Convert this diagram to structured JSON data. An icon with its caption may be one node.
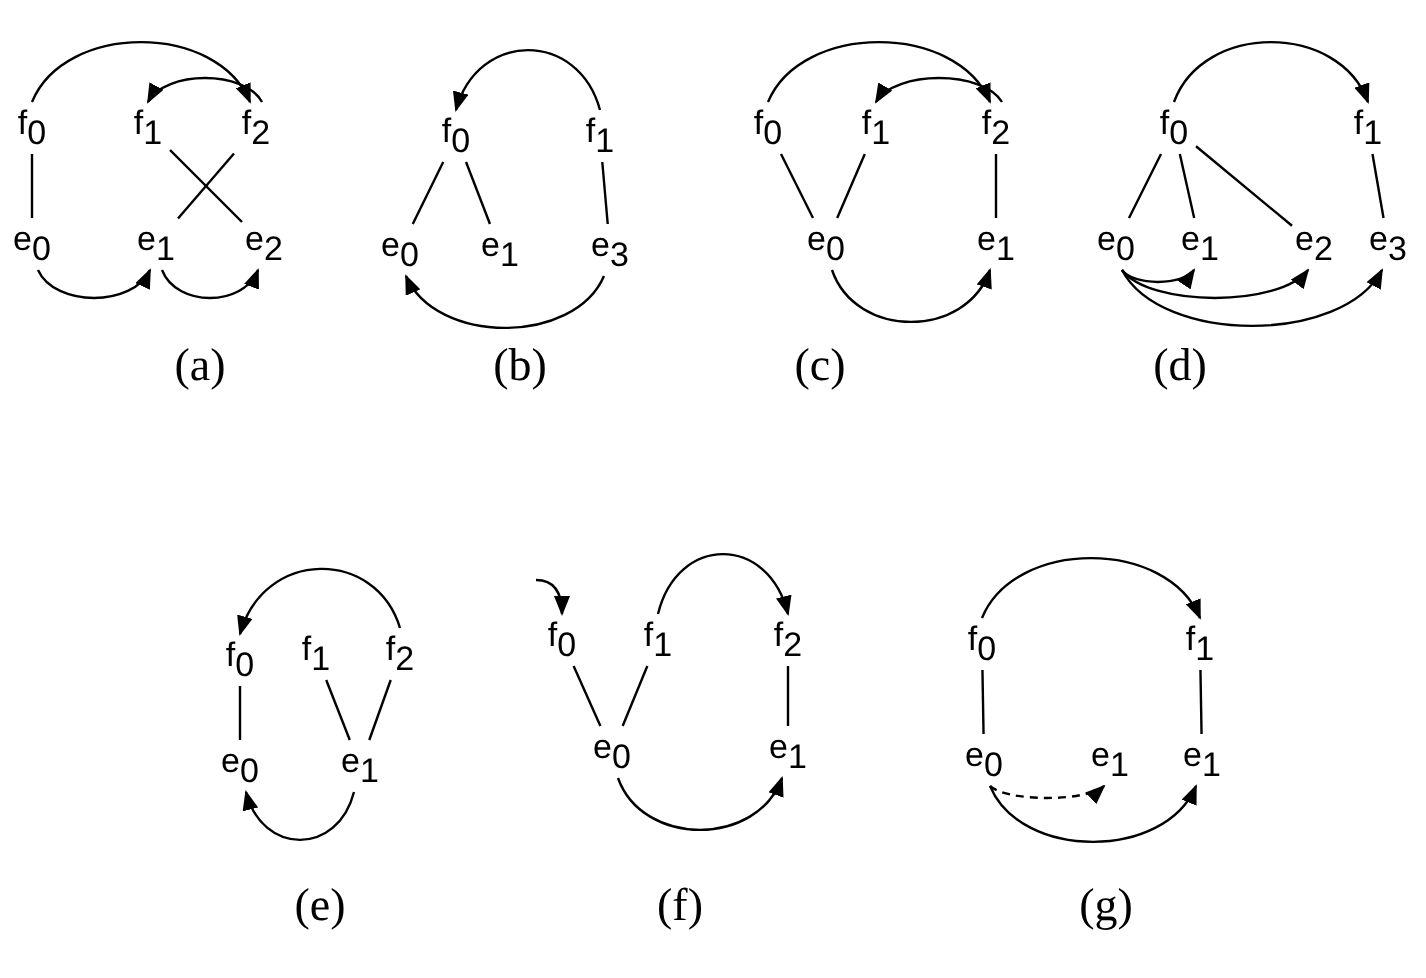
{
  "diagram": {
    "nodes": [
      {
        "text": [
          "f$_{0}$"
        ]
      },
      {
        "text": [
          "f$_{1}$"
        ]
      },
      {
        "text": [
          "f$_{2}$"
        ]
      },
      {
        "text": [
          "e$_{0}$"
        ]
      },
      {
        "text": [
          "e$_{1}$"
        ]
      },
      {
        "text": [
          "e$_{2}$"
        ]
      },
      {
        "text": [
          "f$_{0}$"
        ]
      },
      {
        "text": [
          "f$_{1}$"
        ]
      },
      {
        "text": [
          "e$_{0}$"
        ]
      },
      {
        "text": [
          "e$_{1}$"
        ]
      },
      {
        "text": [
          "e$_{3}$"
        ]
      },
      {
        "text": [
          "f$_{0}$"
        ]
      },
      {
        "text": [
          "f$_{1}$"
        ]
      },
      {
        "text": [
          "f$_{2}$"
        ]
      },
      {
        "text": [
          "e$_{0}$"
        ]
      },
      {
        "text": [
          "e$_{1}$"
        ]
      },
      {
        "text": [
          "f$_{0}$"
        ]
      },
      {
        "text": [
          "f$_{1}$"
        ]
      },
      {
        "text": [
          "e$_{0}$"
        ]
      },
      {
        "text": [
          "e$_{1}$"
        ]
      },
      {
        "text": [
          "e$_{2}$"
        ]
      },
      {
        "text": [
          "e$_{3}$"
        ]
      },
      {
        "text": [
          "f$_{0}$"
        ]
      },
      {
        "text": [
          "f$_{1}$"
        ]
      },
      {
        "text": [
          "f$_{2}$"
        ]
      },
      {
        "text": [
          "e$_{0}$"
        ]
      },
      {
        "text": [
          "e$_{1}$"
        ]
      },
      {
        "text": [
          "f$_{0}$"
        ]
      },
      {
        "text": [
          "f$_{1}$"
        ]
      },
      {
        "text": [
          "f$_{2}$"
        ]
      },
      {
        "text": [
          "e$_{0}$"
        ]
      },
      {
        "text": [
          "e$_{1}$"
        ]
      },
      {
        "text": [
          "f$_{0}$"
        ]
      },
      {
        "text": [
          "f$_{1}$"
        ]
      },
      {
        "text": [
          "e$_{0}$"
        ]
      },
      {
        "text": [
          "e$_{1}$"
        ]
      },
      {
        "text": [
          "e$_{1}$"
        ]
      }
    ],
    "edges": [
      {
        "from": 0,
        "to": 2,
        "arrow": "to"
      },
      {
        "from": 2,
        "to": 1,
        "arrow": "to"
      },
      {
        "from": 0,
        "to": 3,
        "arrow": "none"
      },
      {
        "from": 1,
        "to": 5,
        "arrow": "none"
      },
      {
        "from": 2,
        "to": 4,
        "arrow": "none"
      },
      {
        "from": 3,
        "to": 4,
        "arrow": "to"
      },
      {
        "from": 4,
        "to": 5,
        "arrow": "to"
      },
      {
        "from": 7,
        "to": 6,
        "arrow": "to"
      },
      {
        "from": 6,
        "to": 8,
        "arrow": "none"
      },
      {
        "from": 6,
        "to": 9,
        "arrow": "none"
      },
      {
        "from": 7,
        "to": 10,
        "arrow": "none"
      },
      {
        "from": 10,
        "to": 8,
        "arrow": "to"
      },
      {
        "from": 11,
        "to": 13,
        "arrow": "to"
      },
      {
        "from": 13,
        "to": 12,
        "arrow": "to"
      },
      {
        "from": 11,
        "to": 14,
        "arrow": "none"
      },
      {
        "from": 12,
        "to": 14,
        "arrow": "none"
      },
      {
        "from": 13,
        "to": 15,
        "arrow": "none"
      },
      {
        "from": 14,
        "to": 15,
        "arrow": "to"
      },
      {
        "from": 16,
        "to": 17,
        "arrow": "to"
      },
      {
        "from": 16,
        "to": 18,
        "arrow": "none"
      },
      {
        "from": 16,
        "to": 19,
        "arrow": "none"
      },
      {
        "from": 16,
        "to": 20,
        "arrow": "none"
      },
      {
        "from": 17,
        "to": 21,
        "arrow": "none"
      },
      {
        "from": 18,
        "to": 19,
        "arrow": "to"
      },
      {
        "from": 18,
        "to": 20,
        "arrow": "to"
      },
      {
        "from": 18,
        "to": 21,
        "arrow": "to"
      },
      {
        "from": 24,
        "to": 22,
        "arrow": "to"
      },
      {
        "from": 22,
        "to": 25,
        "arrow": "none"
      },
      {
        "from": 23,
        "to": 26,
        "arrow": "none"
      },
      {
        "from": 24,
        "to": 26,
        "arrow": "none"
      },
      {
        "from": 26,
        "to": 25,
        "arrow": "to"
      },
      {
        "from": null,
        "to": 27,
        "arrow": "to"
      },
      {
        "from": 28,
        "to": 29,
        "arrow": "to"
      },
      {
        "from": 27,
        "to": 30,
        "arrow": "none"
      },
      {
        "from": 28,
        "to": 30,
        "arrow": "none"
      },
      {
        "from": 29,
        "to": 31,
        "arrow": "none"
      },
      {
        "from": 30,
        "to": 31,
        "arrow": "to"
      },
      {
        "from": 32,
        "to": 33,
        "arrow": "to"
      },
      {
        "from": 32,
        "to": 34,
        "arrow": "none"
      },
      {
        "from": 33,
        "to": 36,
        "arrow": "none"
      },
      {
        "from": 34,
        "to": 35,
        "arrow": "to",
        "style": "dashed"
      },
      {
        "from": 34,
        "to": 36,
        "arrow": "to"
      }
    ],
    "labels": [
      "(a)",
      "(b)",
      "(c)",
      "(d)",
      "(e)",
      "(f)",
      "(g)"
    ]
  }
}
